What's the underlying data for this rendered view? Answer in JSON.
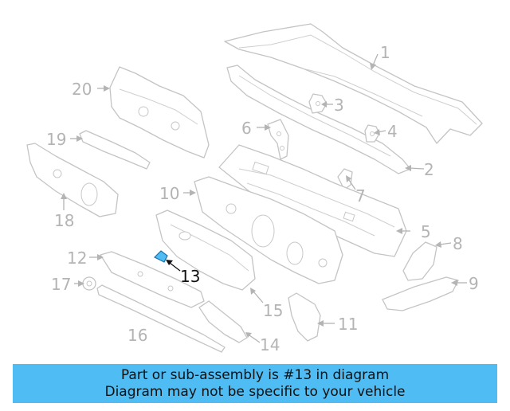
{
  "diagram": {
    "highlight_color": "#4fbcf4",
    "callouts": [
      "1",
      "2",
      "3",
      "4",
      "5",
      "6",
      "7",
      "8",
      "9",
      "10",
      "11",
      "12",
      "13",
      "14",
      "15",
      "16",
      "17",
      "18",
      "19",
      "20"
    ],
    "active_callout": "13"
  },
  "banner": {
    "line1": "Part or sub-assembly is #13 in diagram",
    "line2": "Diagram may not be specific to your vehicle",
    "background": "#4fbcf4"
  }
}
